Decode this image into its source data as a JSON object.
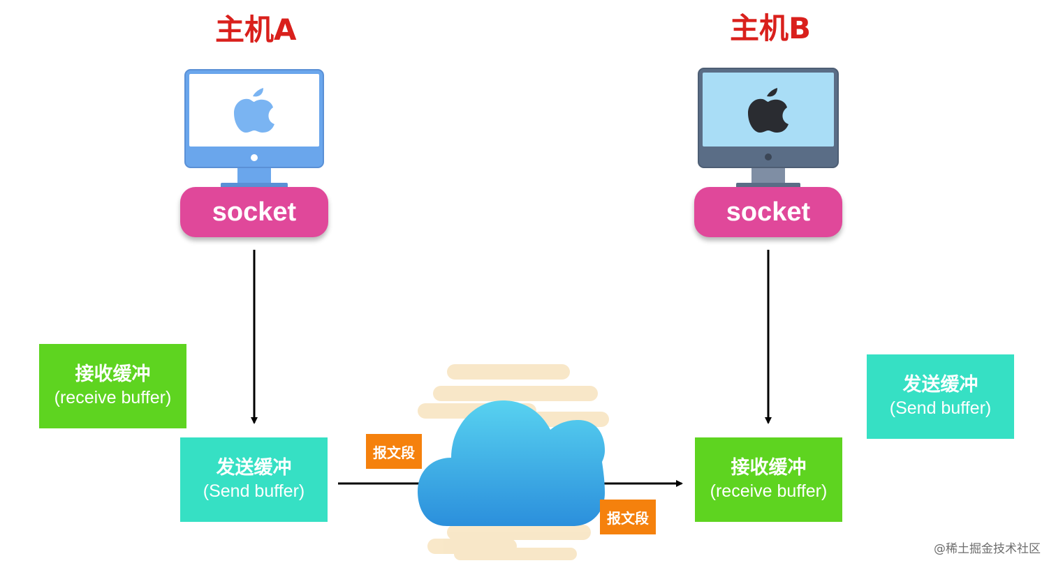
{
  "hostA": {
    "title": "主机A",
    "socket": "socket"
  },
  "hostB": {
    "title": "主机B",
    "socket": "socket"
  },
  "left_receive_buffer": {
    "zh": "接收缓冲",
    "en": "(receive buffer)"
  },
  "left_send_buffer": {
    "zh": "发送缓冲",
    "en": "(Send buffer)"
  },
  "right_receive_buffer": {
    "zh": "接收缓冲",
    "en": "(receive buffer)"
  },
  "right_send_buffer": {
    "zh": "发送缓冲",
    "en": "(Send buffer)"
  },
  "segment_label_1": "报文段",
  "segment_label_2": "报文段",
  "watermark": "@稀土掘金技术社区",
  "colors": {
    "title": "#d9201c",
    "socket": "#e0489a",
    "receive_buffer": "#5ed420",
    "send_buffer": "#36e0c4",
    "segment": "#f5810d",
    "cloud": "#3aaee6"
  },
  "icons": [
    "monitor-icon",
    "apple-logo-icon",
    "cloud-icon",
    "arrow-icon"
  ]
}
